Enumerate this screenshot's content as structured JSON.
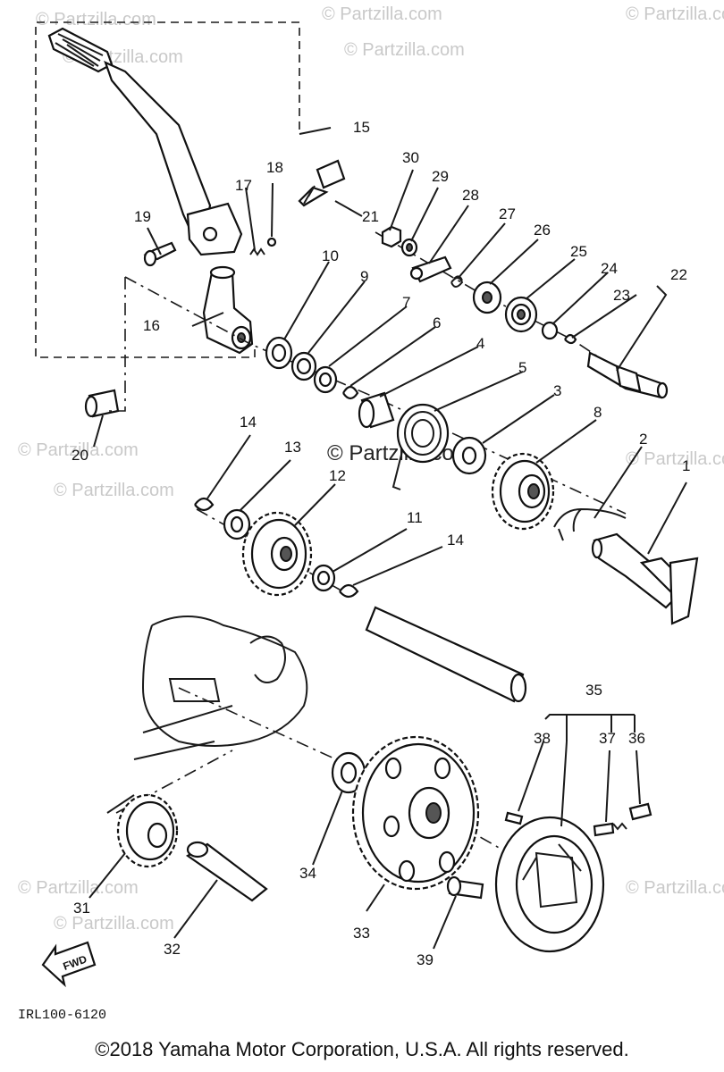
{
  "watermarks": {
    "corner": "© Partzilla.com",
    "center": "© Partzilla.com"
  },
  "labels": {
    "l1": "1",
    "l2": "2",
    "l3": "3",
    "l4": "4",
    "l5": "5",
    "l6": "6",
    "l7": "7",
    "l8": "8",
    "l9": "9",
    "l10": "10",
    "l11": "11",
    "l12": "12",
    "l13": "13",
    "l14a": "14",
    "l14b": "14",
    "l15": "15",
    "l16": "16",
    "l17": "17",
    "l18": "18",
    "l19": "19",
    "l20": "20",
    "l21": "21",
    "l22": "22",
    "l23": "23",
    "l24": "24",
    "l25": "25",
    "l26": "26",
    "l27": "27",
    "l28": "28",
    "l29": "29",
    "l30": "30",
    "l31": "31",
    "l32": "32",
    "l33": "33",
    "l34": "34",
    "l35": "35",
    "l36": "36",
    "l37": "37",
    "l38": "38",
    "l39": "39"
  },
  "fwd_label": "FWD",
  "diagram_code": "IRL100-6120",
  "copyright": "©2018 Yamaha Motor Corporation, U.S.A. All rights reserved."
}
